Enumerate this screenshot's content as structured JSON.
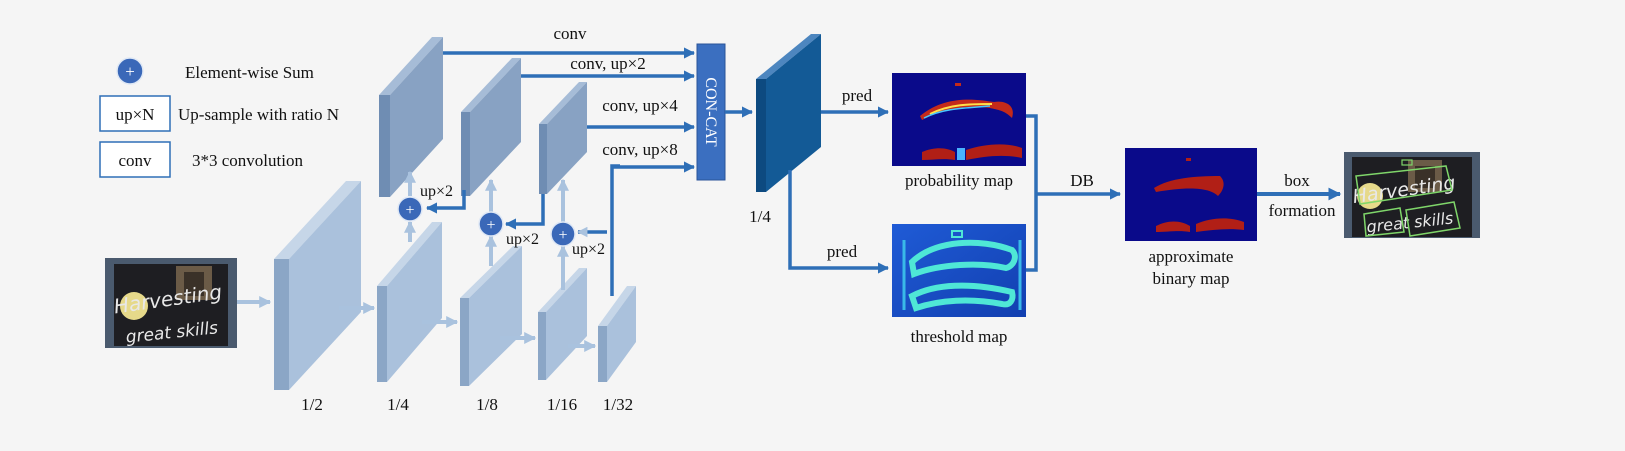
{
  "legend": {
    "sum_symbol": "+",
    "sum_text": "Element-wise Sum",
    "up_box": "up×N",
    "up_text": "Up-sample with ratio N",
    "conv_box": "conv",
    "conv_text": "3*3 convolution"
  },
  "backbone": {
    "scales": [
      "1/2",
      "1/4",
      "1/8",
      "1/16",
      "1/32"
    ]
  },
  "fpn": {
    "up_labels": [
      "up×2",
      "up×2",
      "up×2"
    ],
    "sum_symbol": "+"
  },
  "concat": {
    "block_label": "CON-CAT",
    "branch_labels": [
      "conv",
      "conv, up×2",
      "conv, up×4",
      "conv, up×8"
    ]
  },
  "feature": {
    "scale": "1/4"
  },
  "heads": {
    "pred_top": "pred",
    "pred_bottom": "pred",
    "probability_map": "probability map",
    "threshold_map": "threshold map",
    "db": "DB",
    "approx_line1": "approximate",
    "approx_line2": "binary map",
    "box_line1": "box",
    "box_line2": "formation"
  },
  "input_image": {
    "line1": "Harvesting",
    "line2": "great skills"
  },
  "colors": {
    "arrow": "#2e6fb7",
    "feature_light": "#8fa8c4",
    "feature_dark": "#135a96",
    "concat": "#3b6fc0",
    "map_bg": "#0a0a8a"
  }
}
